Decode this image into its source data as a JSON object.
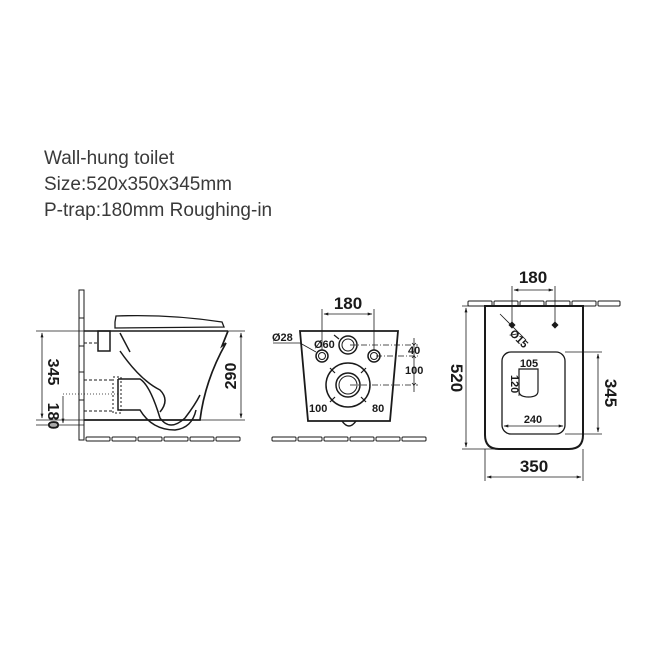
{
  "caption": {
    "line1": "Wall-hung toilet",
    "line2": "Size:520x350x345mm",
    "line3": "P-trap:180mm Roughing-in"
  },
  "side_view": {
    "dim_total_height": "345",
    "dim_outlet_height": "180",
    "dim_bowl_height": "290"
  },
  "rear_view": {
    "dim_bolt_spacing": "180",
    "dim_bolt_hole": "Ø28",
    "dim_inlet": "Ø60",
    "dim_vertical_offset": "40",
    "dim_vertical_outlet": "100",
    "dim_outlet_left": "100",
    "dim_outlet_right": "80"
  },
  "top_view": {
    "dim_bolt_spacing": "180",
    "dim_bolt_hole": "Ø15",
    "dim_length": "520",
    "dim_width": "350",
    "dim_bowl_length": "345",
    "dim_bowl_width": "240",
    "dim_drain_width": "105",
    "dim_drain_length": "120"
  },
  "colors": {
    "line": "#1a1a1a",
    "text": "#3a3a3a",
    "background": "#ffffff"
  }
}
